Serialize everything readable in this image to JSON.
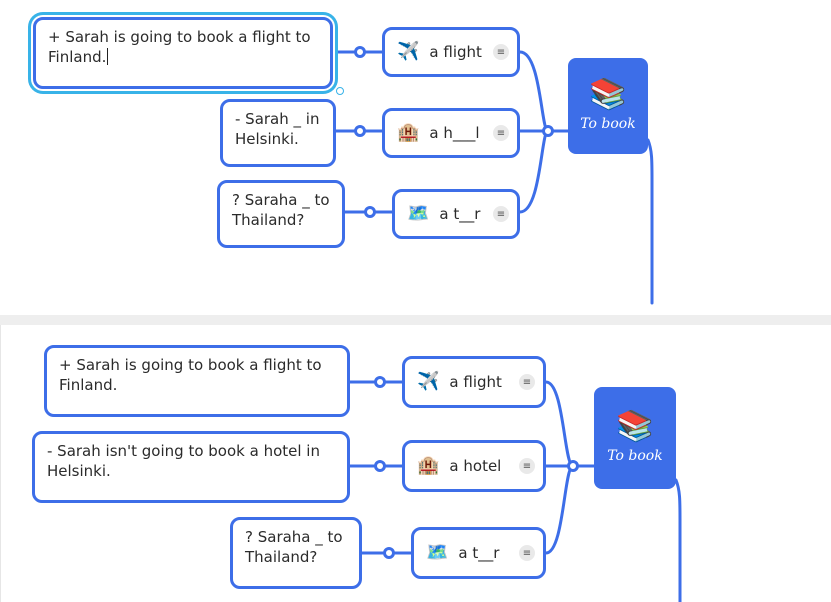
{
  "colors": {
    "accent": "#3d6ee8",
    "selection": "#38b3e8",
    "separator": "#eeeeee"
  },
  "top_map": {
    "root": {
      "title": "To book",
      "icon": "books-icon",
      "emoji": "📚"
    },
    "branches": [
      {
        "icon": "airplane-icon",
        "emoji": "✈️",
        "label": "a flight",
        "note_glyph": "≡",
        "leaf": [
          "+ Sarah is going to book a flight to",
          "Finland."
        ]
      },
      {
        "icon": "hotel-icon",
        "emoji": "🏨",
        "label": "a h___l",
        "note_glyph": "≡",
        "leaf": [
          "- Sarah _ in",
          "Helsinki."
        ]
      },
      {
        "icon": "map-icon",
        "emoji": "🗺️",
        "label": "a t__r",
        "note_glyph": "≡",
        "leaf": [
          "? Saraha _ to",
          "Thailand?"
        ]
      }
    ]
  },
  "bottom_map": {
    "root": {
      "title": "To book",
      "icon": "books-icon",
      "emoji": "📚"
    },
    "branches": [
      {
        "icon": "airplane-icon",
        "emoji": "✈️",
        "label": "a flight",
        "note_glyph": "≡",
        "leaf": [
          "+ Sarah is going to book a flight to",
          "Finland."
        ]
      },
      {
        "icon": "hotel-icon",
        "emoji": "🏨",
        "label": "a hotel",
        "note_glyph": "≡",
        "leaf": [
          "- Sarah isn't going to book a hotel in",
          "Helsinki."
        ]
      },
      {
        "icon": "map-icon",
        "emoji": "🗺️",
        "label": "a t__r",
        "note_glyph": "≡",
        "leaf": [
          "? Saraha _ to",
          "Thailand?"
        ]
      }
    ]
  }
}
